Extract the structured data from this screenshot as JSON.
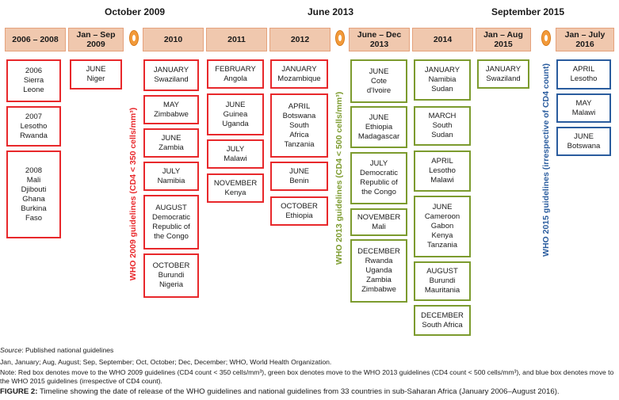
{
  "milestones": [
    "October 2009",
    "June 2013",
    "September 2015"
  ],
  "periods": [
    "2006 – 2008",
    "Jan – Sep 2009",
    "2010",
    "2011",
    "2012",
    "June – Dec 2013",
    "2014",
    "Jan – Aug 2015",
    "Jan – July 2016"
  ],
  "guidelines": [
    "WHO 2009 guidelines (CD4 < 350 cells/mm³)",
    "WHO 2013 guidelines (CD4 < 500 cells/mm³)",
    "WHO 2015 guidelines (irrespective of CD4 count)"
  ],
  "colors": {
    "red": "#e8282b",
    "green": "#7c9b2e",
    "blue": "#2a5c9e",
    "header": "#f0c8ae",
    "ring": "#f29a3a"
  },
  "columns": [
    [
      {
        "c": "red",
        "lines": [
          "2006",
          "Sierra",
          "Leone"
        ]
      },
      {
        "c": "red",
        "lines": [
          "2007",
          "Lesotho",
          "Rwanda"
        ]
      },
      {
        "c": "red",
        "lines": [
          "2008",
          "Mali",
          "Djibouti",
          "Ghana",
          "Burkina",
          "Faso"
        ]
      }
    ],
    [
      {
        "c": "red",
        "lines": [
          "JUNE",
          "Niger"
        ]
      }
    ],
    [
      {
        "c": "red",
        "lines": [
          "JANUARY",
          "Swaziland"
        ]
      },
      {
        "c": "red",
        "lines": [
          "MAY",
          "Zimbabwe"
        ]
      },
      {
        "c": "red",
        "lines": [
          "JUNE",
          "Zambia"
        ]
      },
      {
        "c": "red",
        "lines": [
          "JULY",
          "Namibia"
        ]
      },
      {
        "c": "red",
        "lines": [
          "AUGUST",
          "Democratic",
          "Republic of",
          "the Congo"
        ]
      },
      {
        "c": "red",
        "lines": [
          "OCTOBER",
          "Burundi",
          "Nigeria"
        ]
      }
    ],
    [
      {
        "c": "red",
        "lines": [
          "FEBRUARY",
          "Angola"
        ]
      },
      {
        "c": "red",
        "lines": [
          "JUNE",
          "Guinea",
          "Uganda"
        ]
      },
      {
        "c": "red",
        "lines": [
          "JULY",
          "Malawi"
        ]
      },
      {
        "c": "red",
        "lines": [
          "NOVEMBER",
          "Kenya"
        ]
      }
    ],
    [
      {
        "c": "red",
        "lines": [
          "JANUARY",
          "Mozambique"
        ]
      },
      {
        "c": "red",
        "lines": [
          "APRIL",
          "Botswana",
          "South",
          "Africa",
          "Tanzania"
        ]
      },
      {
        "c": "red",
        "lines": [
          "JUNE",
          "Benin"
        ]
      },
      {
        "c": "red",
        "lines": [
          "OCTOBER",
          "Ethiopia"
        ]
      }
    ],
    [
      {
        "c": "green",
        "lines": [
          "JUNE",
          "Cote",
          "d'Ivoire"
        ]
      },
      {
        "c": "green",
        "lines": [
          "JUNE",
          "Ethiopia",
          "Madagascar"
        ]
      },
      {
        "c": "green",
        "lines": [
          "JULY",
          "Democratic",
          "Republic of",
          "the Congo"
        ]
      },
      {
        "c": "green",
        "lines": [
          "NOVEMBER",
          "Mali"
        ]
      },
      {
        "c": "green",
        "lines": [
          "DECEMBER",
          "Rwanda",
          "Uganda",
          "Zambia",
          "Zimbabwe"
        ]
      }
    ],
    [
      {
        "c": "green",
        "lines": [
          "JANUARY",
          "Namibia",
          "Sudan"
        ]
      },
      {
        "c": "green",
        "lines": [
          "MARCH",
          "South",
          "Sudan"
        ]
      },
      {
        "c": "green",
        "lines": [
          "APRIL",
          "Lesotho",
          "Malawi"
        ]
      },
      {
        "c": "green",
        "lines": [
          "JUNE",
          "Cameroon",
          "Gabon",
          "Kenya",
          "Tanzania"
        ]
      },
      {
        "c": "green",
        "lines": [
          "AUGUST",
          "Burundi",
          "Mauritania"
        ]
      },
      {
        "c": "green",
        "lines": [
          "DECEMBER",
          "South Africa"
        ]
      }
    ],
    [
      {
        "c": "green",
        "lines": [
          "JANUARY",
          "Swaziland"
        ]
      }
    ],
    [
      {
        "c": "blue",
        "lines": [
          "APRIL",
          "Lesotho"
        ]
      },
      {
        "c": "blue",
        "lines": [
          "MAY",
          "Malawi"
        ]
      },
      {
        "c": "blue",
        "lines": [
          "JUNE",
          "Botswana"
        ]
      }
    ]
  ],
  "footer": {
    "source_label": "Source",
    "source_text": ": Published national guidelines",
    "abbrev": "Jan, January; Aug, August; Sep, September; Oct, October; Dec, December; WHO, World Health Organization.",
    "note": "Note: Red box denotes move to the WHO 2009 guidelines (CD4 count < 350 cells/mm³), green box denotes move to the WHO 2013 guidelines (CD4 count < 500 cells/mm³), and blue box denotes move to the WHO 2015 guidelines (irrespective of CD4 count).",
    "figure_label": "FIGURE 2:",
    "figure_caption": " Timeline showing the date of release of the WHO guidelines and national guidelines from 33 countries in sub-Saharan Africa (January 2006–August 2016)."
  }
}
